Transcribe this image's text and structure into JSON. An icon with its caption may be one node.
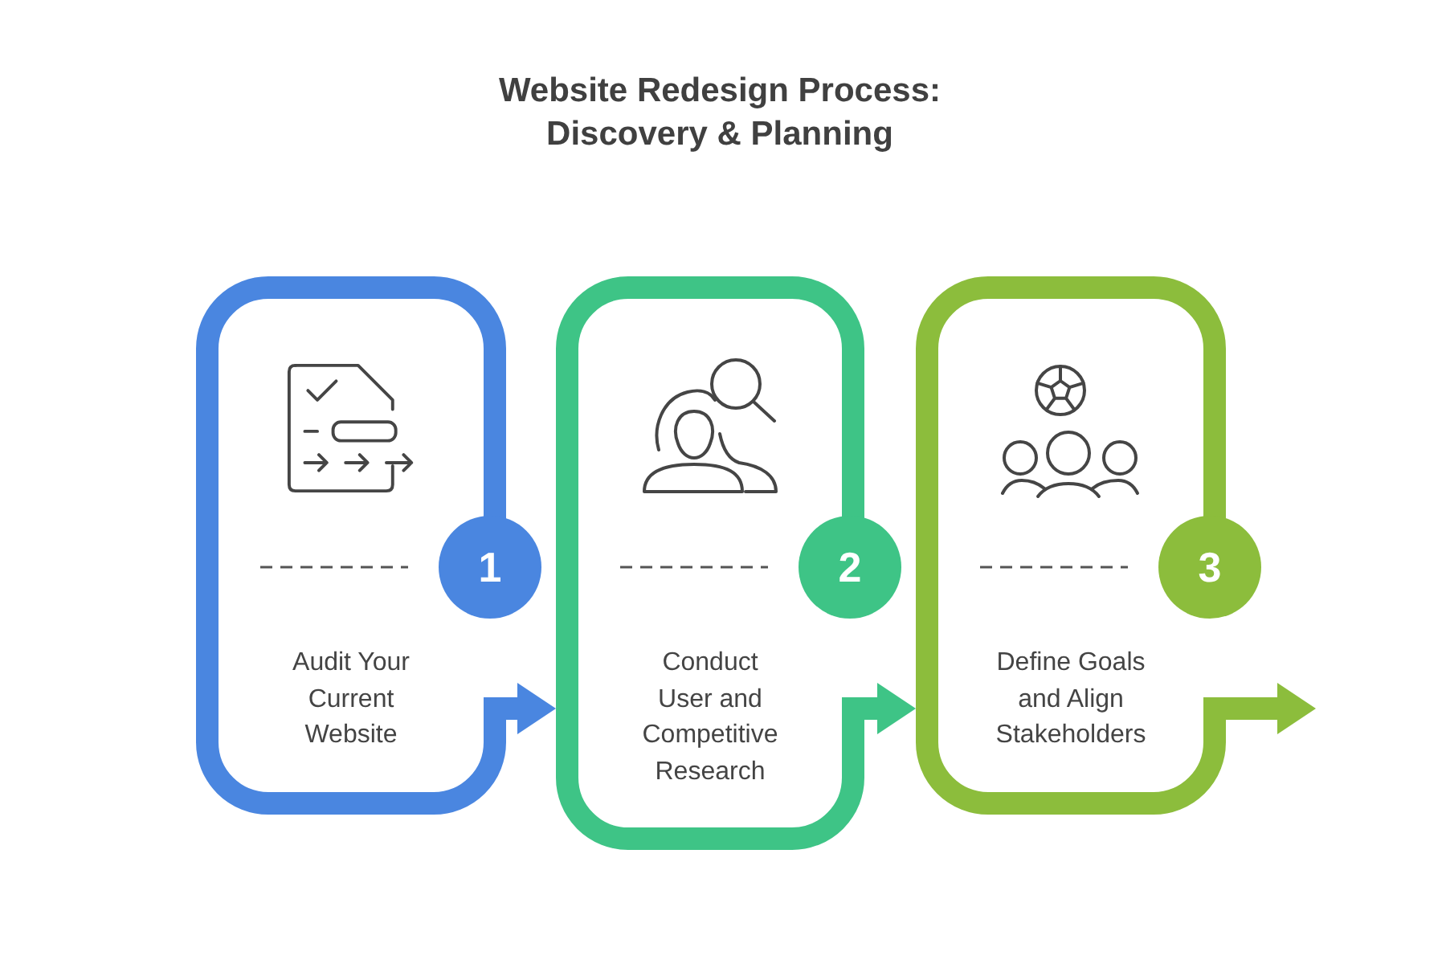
{
  "diagram": {
    "title": "Website Redesign Process: Discovery & Planning",
    "nodes": [
      {
        "text": [
          "Audit Your Current Website"
        ]
      },
      {
        "text": [
          "1"
        ]
      },
      {
        "text": [
          "Conduct User and Competitive Research"
        ]
      },
      {
        "text": [
          "2"
        ]
      },
      {
        "text": [
          "Define Goals and Align Stakeholders"
        ]
      },
      {
        "text": [
          "3"
        ]
      }
    ],
    "edges": [
      {
        "from": 0,
        "to": 2,
        "arrow": "to",
        "color": "#4a86e0"
      },
      {
        "from": 2,
        "to": 4,
        "arrow": "to",
        "color": "#3ec486"
      },
      {
        "from": 4,
        "to": null,
        "arrow": "to",
        "color": "#8cbd3c"
      }
    ]
  }
}
